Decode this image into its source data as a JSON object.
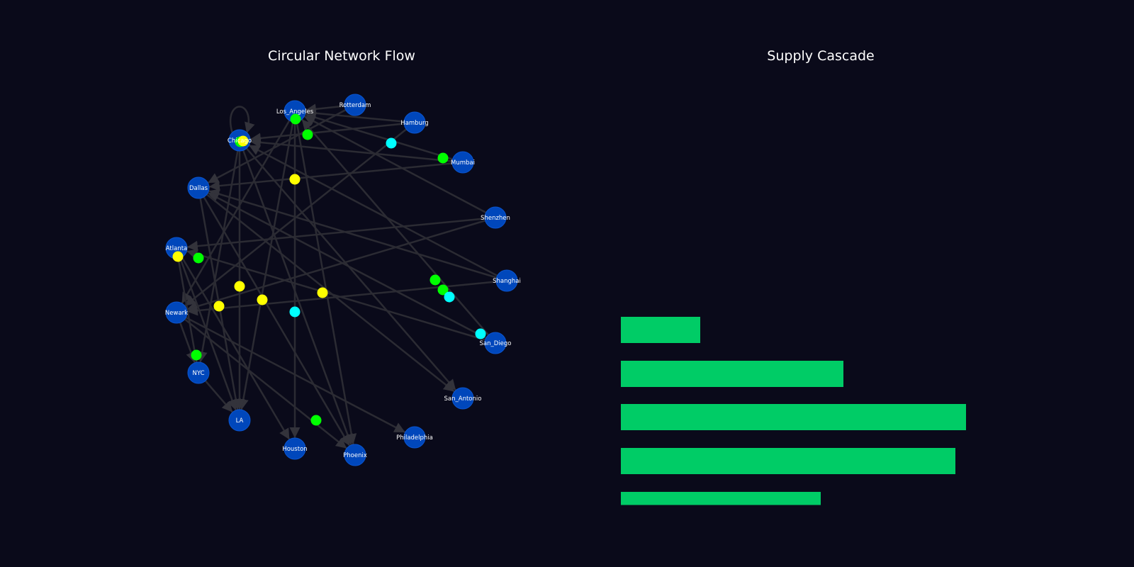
{
  "network": {
    "title": "Circular Network Flow",
    "colors": {
      "background": "#0a0a1a",
      "node": "#0047bb",
      "edge": "#2b2b33",
      "label": "#ffffff"
    },
    "nodes": [
      "Los_Angeles",
      "Rotterdam",
      "Hamburg",
      "Mumbai",
      "Shenzhen",
      "Shanghai",
      "San_Diego",
      "San_Antonio",
      "Philadelphia",
      "Phoenix",
      "Houston",
      "LA",
      "NYC",
      "Newark",
      "Atlanta",
      "Dallas",
      "Chicago"
    ],
    "edges": [
      [
        "Chicago",
        "Chicago"
      ],
      [
        "Rotterdam",
        "Los_Angeles"
      ],
      [
        "Hamburg",
        "Los_Angeles"
      ],
      [
        "Mumbai",
        "Los_Angeles"
      ],
      [
        "Hamburg",
        "Chicago"
      ],
      [
        "Mumbai",
        "Chicago"
      ],
      [
        "Mumbai",
        "Dallas"
      ],
      [
        "Rotterdam",
        "Dallas"
      ],
      [
        "Hamburg",
        "Newark"
      ],
      [
        "Shenzhen",
        "Los_Angeles"
      ],
      [
        "Shenzhen",
        "Atlanta"
      ],
      [
        "Shenzhen",
        "Newark"
      ],
      [
        "Shanghai",
        "Newark"
      ],
      [
        "Shanghai",
        "Dallas"
      ],
      [
        "Shanghai",
        "Chicago"
      ],
      [
        "San_Diego",
        "Los_Angeles"
      ],
      [
        "San_Diego",
        "Atlanta"
      ],
      [
        "San_Diego",
        "Dallas"
      ],
      [
        "Los_Angeles",
        "Houston"
      ],
      [
        "Los_Angeles",
        "LA"
      ],
      [
        "Los_Angeles",
        "Phoenix"
      ],
      [
        "Los_Angeles",
        "Newark"
      ],
      [
        "Chicago",
        "LA"
      ],
      [
        "Chicago",
        "NYC"
      ],
      [
        "Chicago",
        "Phoenix"
      ],
      [
        "Chicago",
        "San_Antonio"
      ],
      [
        "Dallas",
        "LA"
      ],
      [
        "Dallas",
        "Phoenix"
      ],
      [
        "Atlanta",
        "LA"
      ],
      [
        "Atlanta",
        "NYC"
      ],
      [
        "Atlanta",
        "Houston"
      ],
      [
        "Newark",
        "NYC"
      ],
      [
        "Newark",
        "Philadelphia"
      ],
      [
        "Newark",
        "Phoenix"
      ],
      [
        "NYC",
        "LA"
      ],
      [
        "Dallas",
        "San_Antonio"
      ]
    ],
    "particles": [
      {
        "color": "#00ff00"
      },
      {
        "color": "#00ff00"
      },
      {
        "color": "#00ff00"
      },
      {
        "color": "#ffff00"
      },
      {
        "color": "#00ffff"
      },
      {
        "color": "#00ff00"
      },
      {
        "color": "#ffff00"
      },
      {
        "color": "#ffff00"
      },
      {
        "color": "#00ff00"
      },
      {
        "color": "#00ff00"
      },
      {
        "color": "#00ff00"
      },
      {
        "color": "#00ffff"
      },
      {
        "color": "#ffff00"
      },
      {
        "color": "#ffff00"
      },
      {
        "color": "#ffff00"
      },
      {
        "color": "#ffff00"
      },
      {
        "color": "#00ffff"
      },
      {
        "color": "#00ffff"
      },
      {
        "color": "#00ff00"
      },
      {
        "color": "#00ff00"
      }
    ]
  },
  "cascade": {
    "title": "Supply Cascade",
    "bar_color": "#00cc66",
    "values": [
      112,
      314,
      487,
      472,
      282
    ],
    "max": 487,
    "last_bar_fill_fraction": 0.5
  }
}
